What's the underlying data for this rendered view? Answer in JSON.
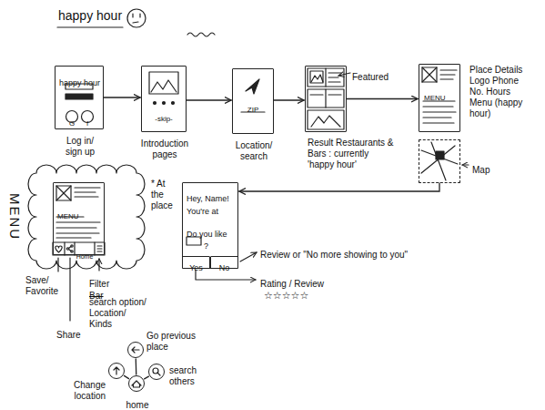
{
  "diagram": {
    "title": "happy hour",
    "nodes": [
      {
        "text": [
          "happy hour",
          "Log in/ sign up"
        ]
      },
      {
        "text": [
          "-skip-",
          "Introduction pages"
        ]
      },
      {
        "text": [
          "ZIP",
          "Location/ search"
        ]
      },
      {
        "text": [
          "Result Restaurants & Bars : currently 'happy hour'"
        ]
      },
      {
        "text": [
          "MENU",
          "Place Details Logo Phone No. Hours Menu (happy hour)"
        ]
      },
      {
        "text": [
          "Map"
        ]
      },
      {
        "text": [
          "MENU"
        ]
      },
      {
        "text": [
          "Hey, Name!",
          "You're at",
          "Do you like",
          "?"
        ]
      },
      {
        "text": [
          "Yes"
        ],
        "in": 7
      },
      {
        "text": [
          "No"
        ],
        "in": 7
      },
      {
        "text": [
          "Go previous place"
        ]
      },
      {
        "text": [
          "Change location"
        ]
      },
      {
        "text": [
          "search others"
        ]
      },
      {
        "text": [
          "home"
        ]
      }
    ],
    "edges": [
      {
        "from": 0,
        "to": 1,
        "arrow": "to"
      },
      {
        "from": 1,
        "to": 2,
        "arrow": "to"
      },
      {
        "from": 2,
        "to": 3,
        "arrow": "to"
      },
      {
        "from": 3,
        "to": 4,
        "arrow": "to"
      },
      {
        "from": 5,
        "to": 7,
        "arrow": "to"
      },
      {
        "from": 13,
        "to": 10,
        "arrow": "none"
      },
      {
        "from": 13,
        "to": 11,
        "arrow": "none"
      },
      {
        "from": 13,
        "to": 12,
        "arrow": "none"
      }
    ],
    "labels": [
      "G",
      "f",
      "Featured",
      "MENU",
      "Home",
      "Save/ Favorite",
      "Share",
      "Filter",
      "Bar",
      "search option/ Location/ Kinds",
      "* At the place",
      "Review or \"No more showing to you\"",
      "Rating / Review",
      "☆☆☆☆☆"
    ]
  }
}
